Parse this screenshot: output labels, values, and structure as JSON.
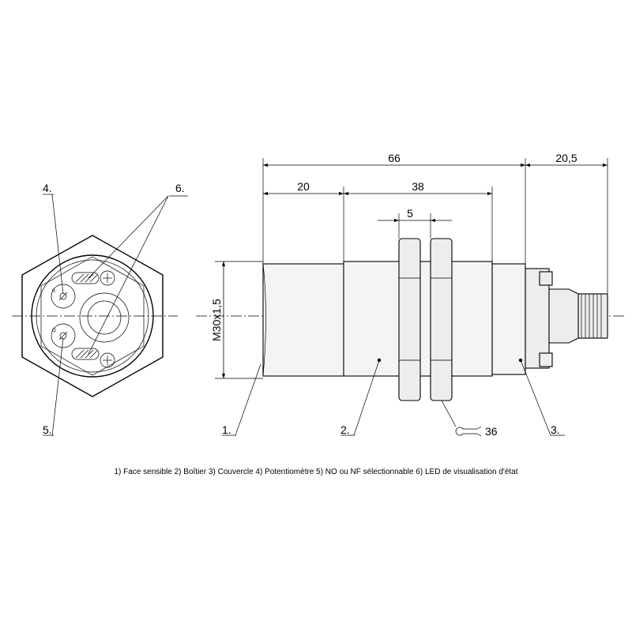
{
  "dimensions": {
    "total_length": "66",
    "connector_length": "20,5",
    "sensing_head": "20",
    "thread_length": "38",
    "nut_spacing": "5",
    "thread_size": "M30x1,5",
    "wrench_size": "36"
  },
  "callouts": {
    "c1": "1.",
    "c2": "2.",
    "c3": "3.",
    "c4": "4.",
    "c5": "5.",
    "c6": "6."
  },
  "pot_marks": {
    "top": "S",
    "bottom": "Ö"
  },
  "legend": "1) Face sensible  2) Boîtier  3) Couvercle  4) Potentiomètre  5) NO ou NF sélectionnable  6) LED de visualisation d'état"
}
